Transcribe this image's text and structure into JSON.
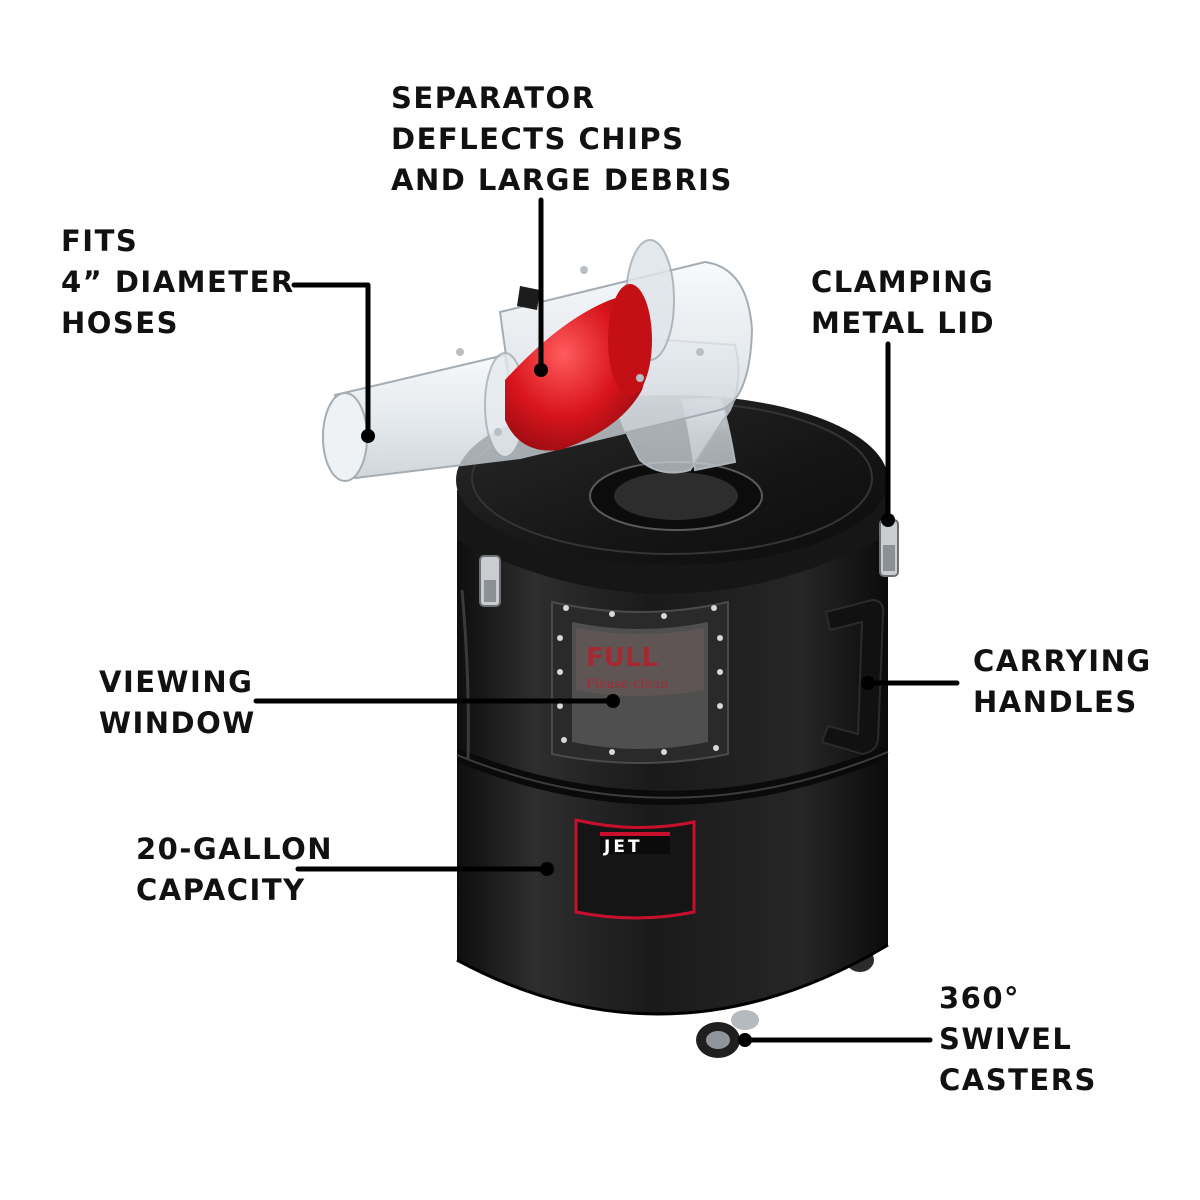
{
  "product": {
    "brand_mark": "JET",
    "window_text": {
      "big": "FULL",
      "small": "Please clean"
    }
  },
  "callouts": [
    {
      "id": "separator",
      "lines": [
        "SEPARATOR",
        "DEFLECTS CHIPS",
        "AND LARGE DEBRIS"
      ]
    },
    {
      "id": "hoses",
      "lines": [
        "FITS",
        "4” DIAMETER",
        "HOSES"
      ]
    },
    {
      "id": "lid",
      "lines": [
        "CLAMPING",
        "METAL LID"
      ]
    },
    {
      "id": "window",
      "lines": [
        "VIEWING",
        "WINDOW"
      ]
    },
    {
      "id": "handles",
      "lines": [
        "CARRYING",
        "HANDLES"
      ]
    },
    {
      "id": "capacity",
      "lines": [
        "20-GALLON",
        "CAPACITY"
      ]
    },
    {
      "id": "casters",
      "lines": [
        "360°",
        "SWIVEL",
        "CASTERS"
      ]
    }
  ],
  "colors": {
    "text": "#111111",
    "leader": "#000000",
    "drum": "#1c1c1c",
    "drum_highlight": "#3a3a3a",
    "separator_red": "#d8141c",
    "clear_plastic": "#e6ebef",
    "logo_red": "#c8102e"
  }
}
